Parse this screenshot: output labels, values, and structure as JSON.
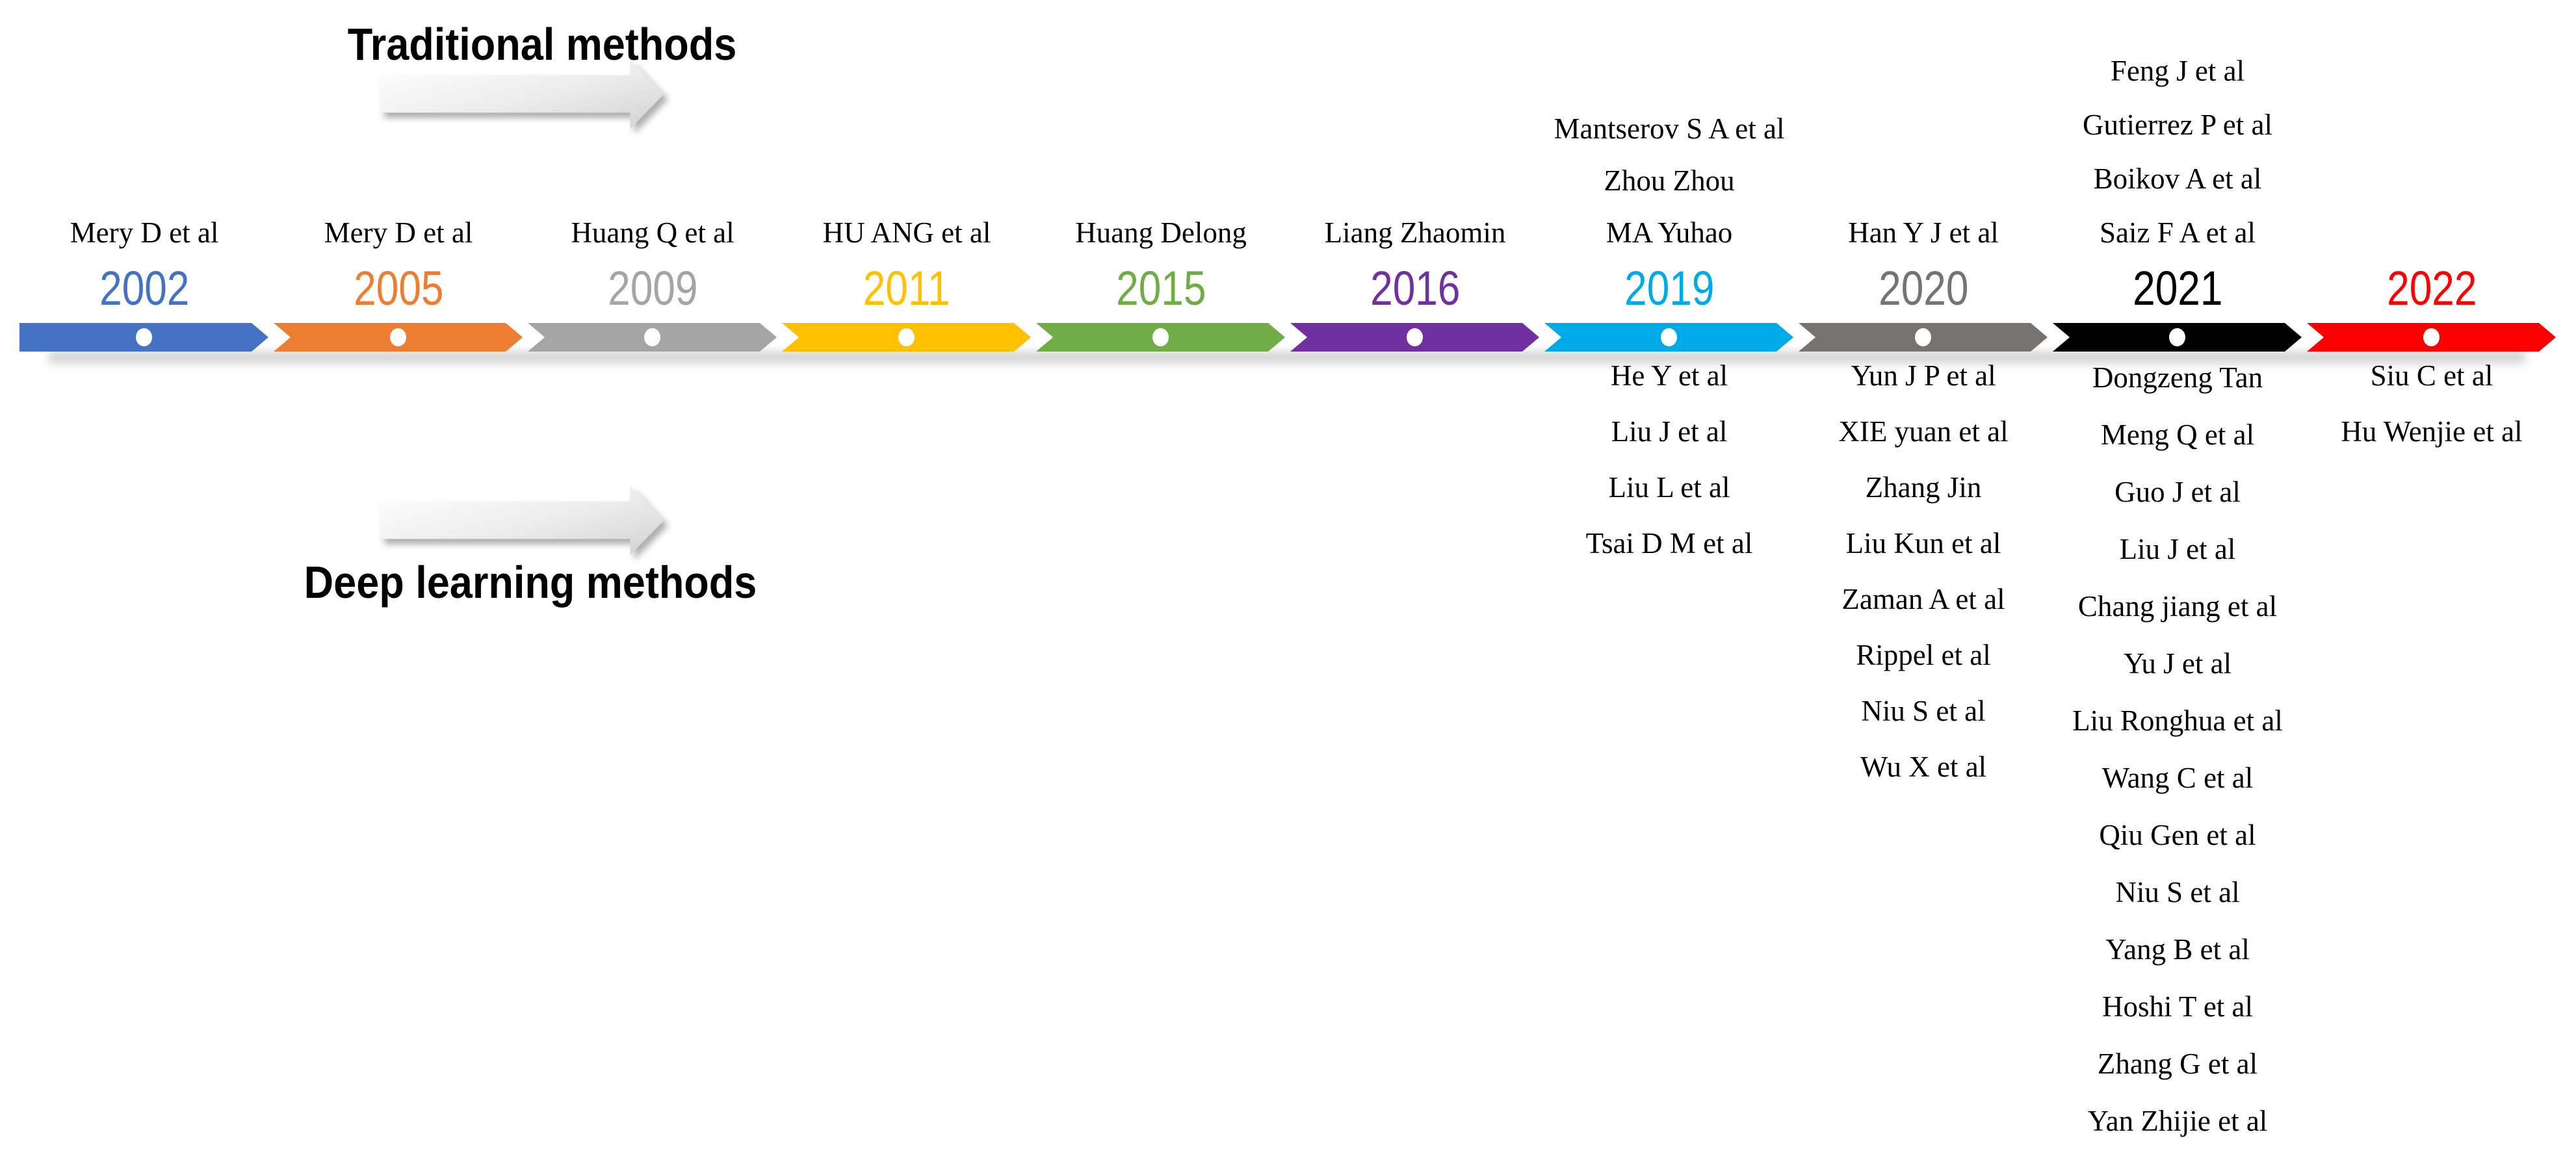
{
  "titles": {
    "traditional": "Traditional methods",
    "deep_learning": "Deep learning methods"
  },
  "arrows": {
    "traditional_arrow_icon": "right-block-arrow",
    "deep_learning_arrow_icon": "right-block-arrow"
  },
  "timeline": {
    "milestone_marker": "white-dot",
    "columns": [
      {
        "year": "2002",
        "color": "#4472C4",
        "above": [
          "Mery D et al"
        ],
        "below": []
      },
      {
        "year": "2005",
        "color": "#ED7D31",
        "above": [
          "Mery D et al"
        ],
        "below": []
      },
      {
        "year": "2009",
        "color": "#A5A5A5",
        "above": [
          "Huang Q et al"
        ],
        "below": []
      },
      {
        "year": "2011",
        "color": "#FFC000",
        "above": [
          "HU ANG et al"
        ],
        "below": []
      },
      {
        "year": "2015",
        "color": "#70AD47",
        "above": [
          "Huang Delong"
        ],
        "below": []
      },
      {
        "year": "2016",
        "color": "#7030A0",
        "above": [
          "Liang Zhaomin"
        ],
        "below": []
      },
      {
        "year": "2019",
        "color": "#00A9E8",
        "above": [
          "Mantserov S A et al",
          "Zhou Zhou",
          "MA Yuhao"
        ],
        "below": [
          "He Y et al",
          "Liu J et al",
          "Liu L et al",
          "Tsai D M et al"
        ]
      },
      {
        "year": "2020",
        "color": "#767370",
        "above": [
          "Han Y J et al"
        ],
        "below": [
          "Yun J P et al",
          "XIE yuan et al",
          "Zhang Jin",
          "Liu Kun et al",
          "Zaman A et al",
          "Rippel et al",
          "Niu S et al",
          "Wu X et al"
        ]
      },
      {
        "year": "2021",
        "color": "#000000",
        "above": [
          "Feng J et al",
          "Gutierrez P et al",
          "Boikov A et al",
          "Saiz F A et al"
        ],
        "below": [
          "Dongzeng Tan",
          "Meng Q et al",
          "Guo J et al",
          "Liu J et al",
          "Chang jiang et al",
          "Yu J et al",
          "Liu Ronghua et al",
          "Wang C et al",
          "Qiu Gen et al",
          "Niu S et al",
          "Yang B et al",
          "Hoshi T et al",
          "Zhang G et al",
          "Yan Zhijie et al"
        ]
      },
      {
        "year": "2022",
        "color": "#FF0000",
        "above": [],
        "below": [
          "Siu C et al",
          "Hu Wenjie et al"
        ]
      }
    ]
  }
}
